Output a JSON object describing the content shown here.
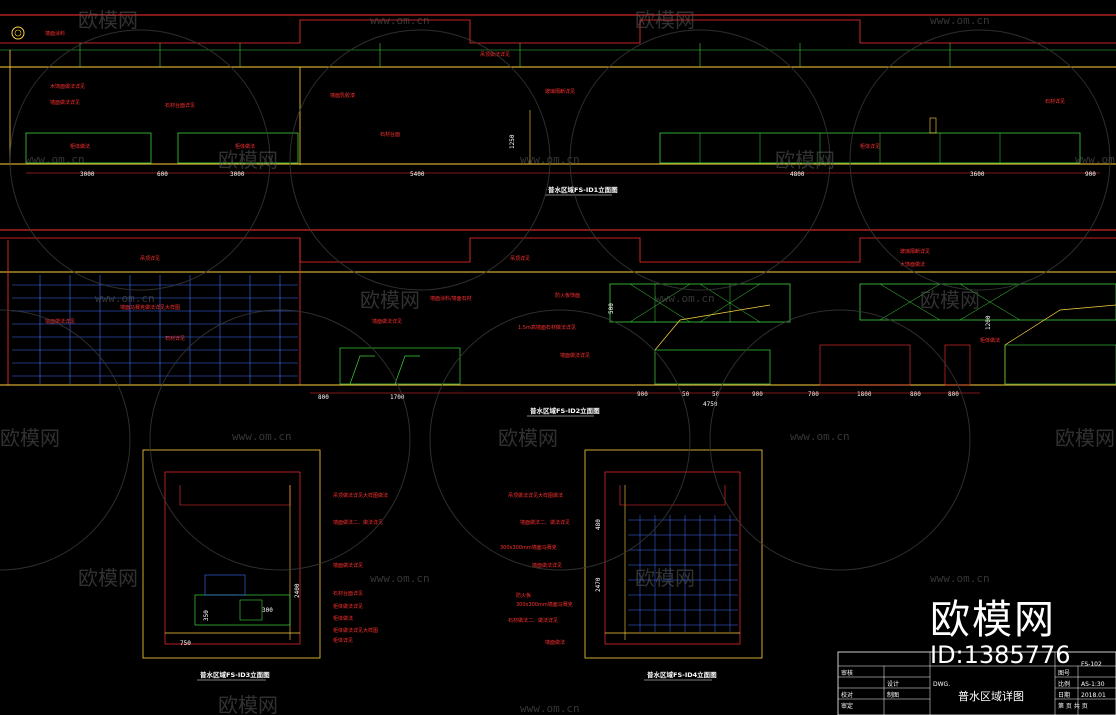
{
  "watermark": {
    "brand": "欧模网",
    "url": "www.om.cn"
  },
  "brand": {
    "name": "欧模网",
    "id": "ID:1385776"
  },
  "views": [
    {
      "caption": "普水区域FS-ID1立面图"
    },
    {
      "caption": "普水区域FS-ID2立面图"
    },
    {
      "caption": "普水区域FS-ID3立面图"
    },
    {
      "caption": "普水区域FS-ID4立面图"
    }
  ],
  "dims_top": [
    "3000",
    "600",
    "3000",
    "5400",
    "1250",
    "4800",
    "3600",
    "900"
  ],
  "dims_mid": [
    "800",
    "1700",
    "900",
    "50",
    "50",
    "900",
    "700",
    "1800",
    "800",
    "800",
    "4750",
    "1200",
    "500"
  ],
  "dims_bl": [
    "750",
    "350",
    "300",
    "2400"
  ],
  "dims_br": [
    "2470",
    "480"
  ],
  "title_block": {
    "sheet_title": "普水区域详图",
    "rows": [
      "审核",
      "设计",
      "校对",
      "制图",
      "审定"
    ],
    "right_rows": [
      "图号",
      "比例",
      "日期",
      "第 页 共 页"
    ],
    "code": "FS-102",
    "scale": "AS-1:30",
    "date": "2018.01",
    "proj": "DWG."
  }
}
